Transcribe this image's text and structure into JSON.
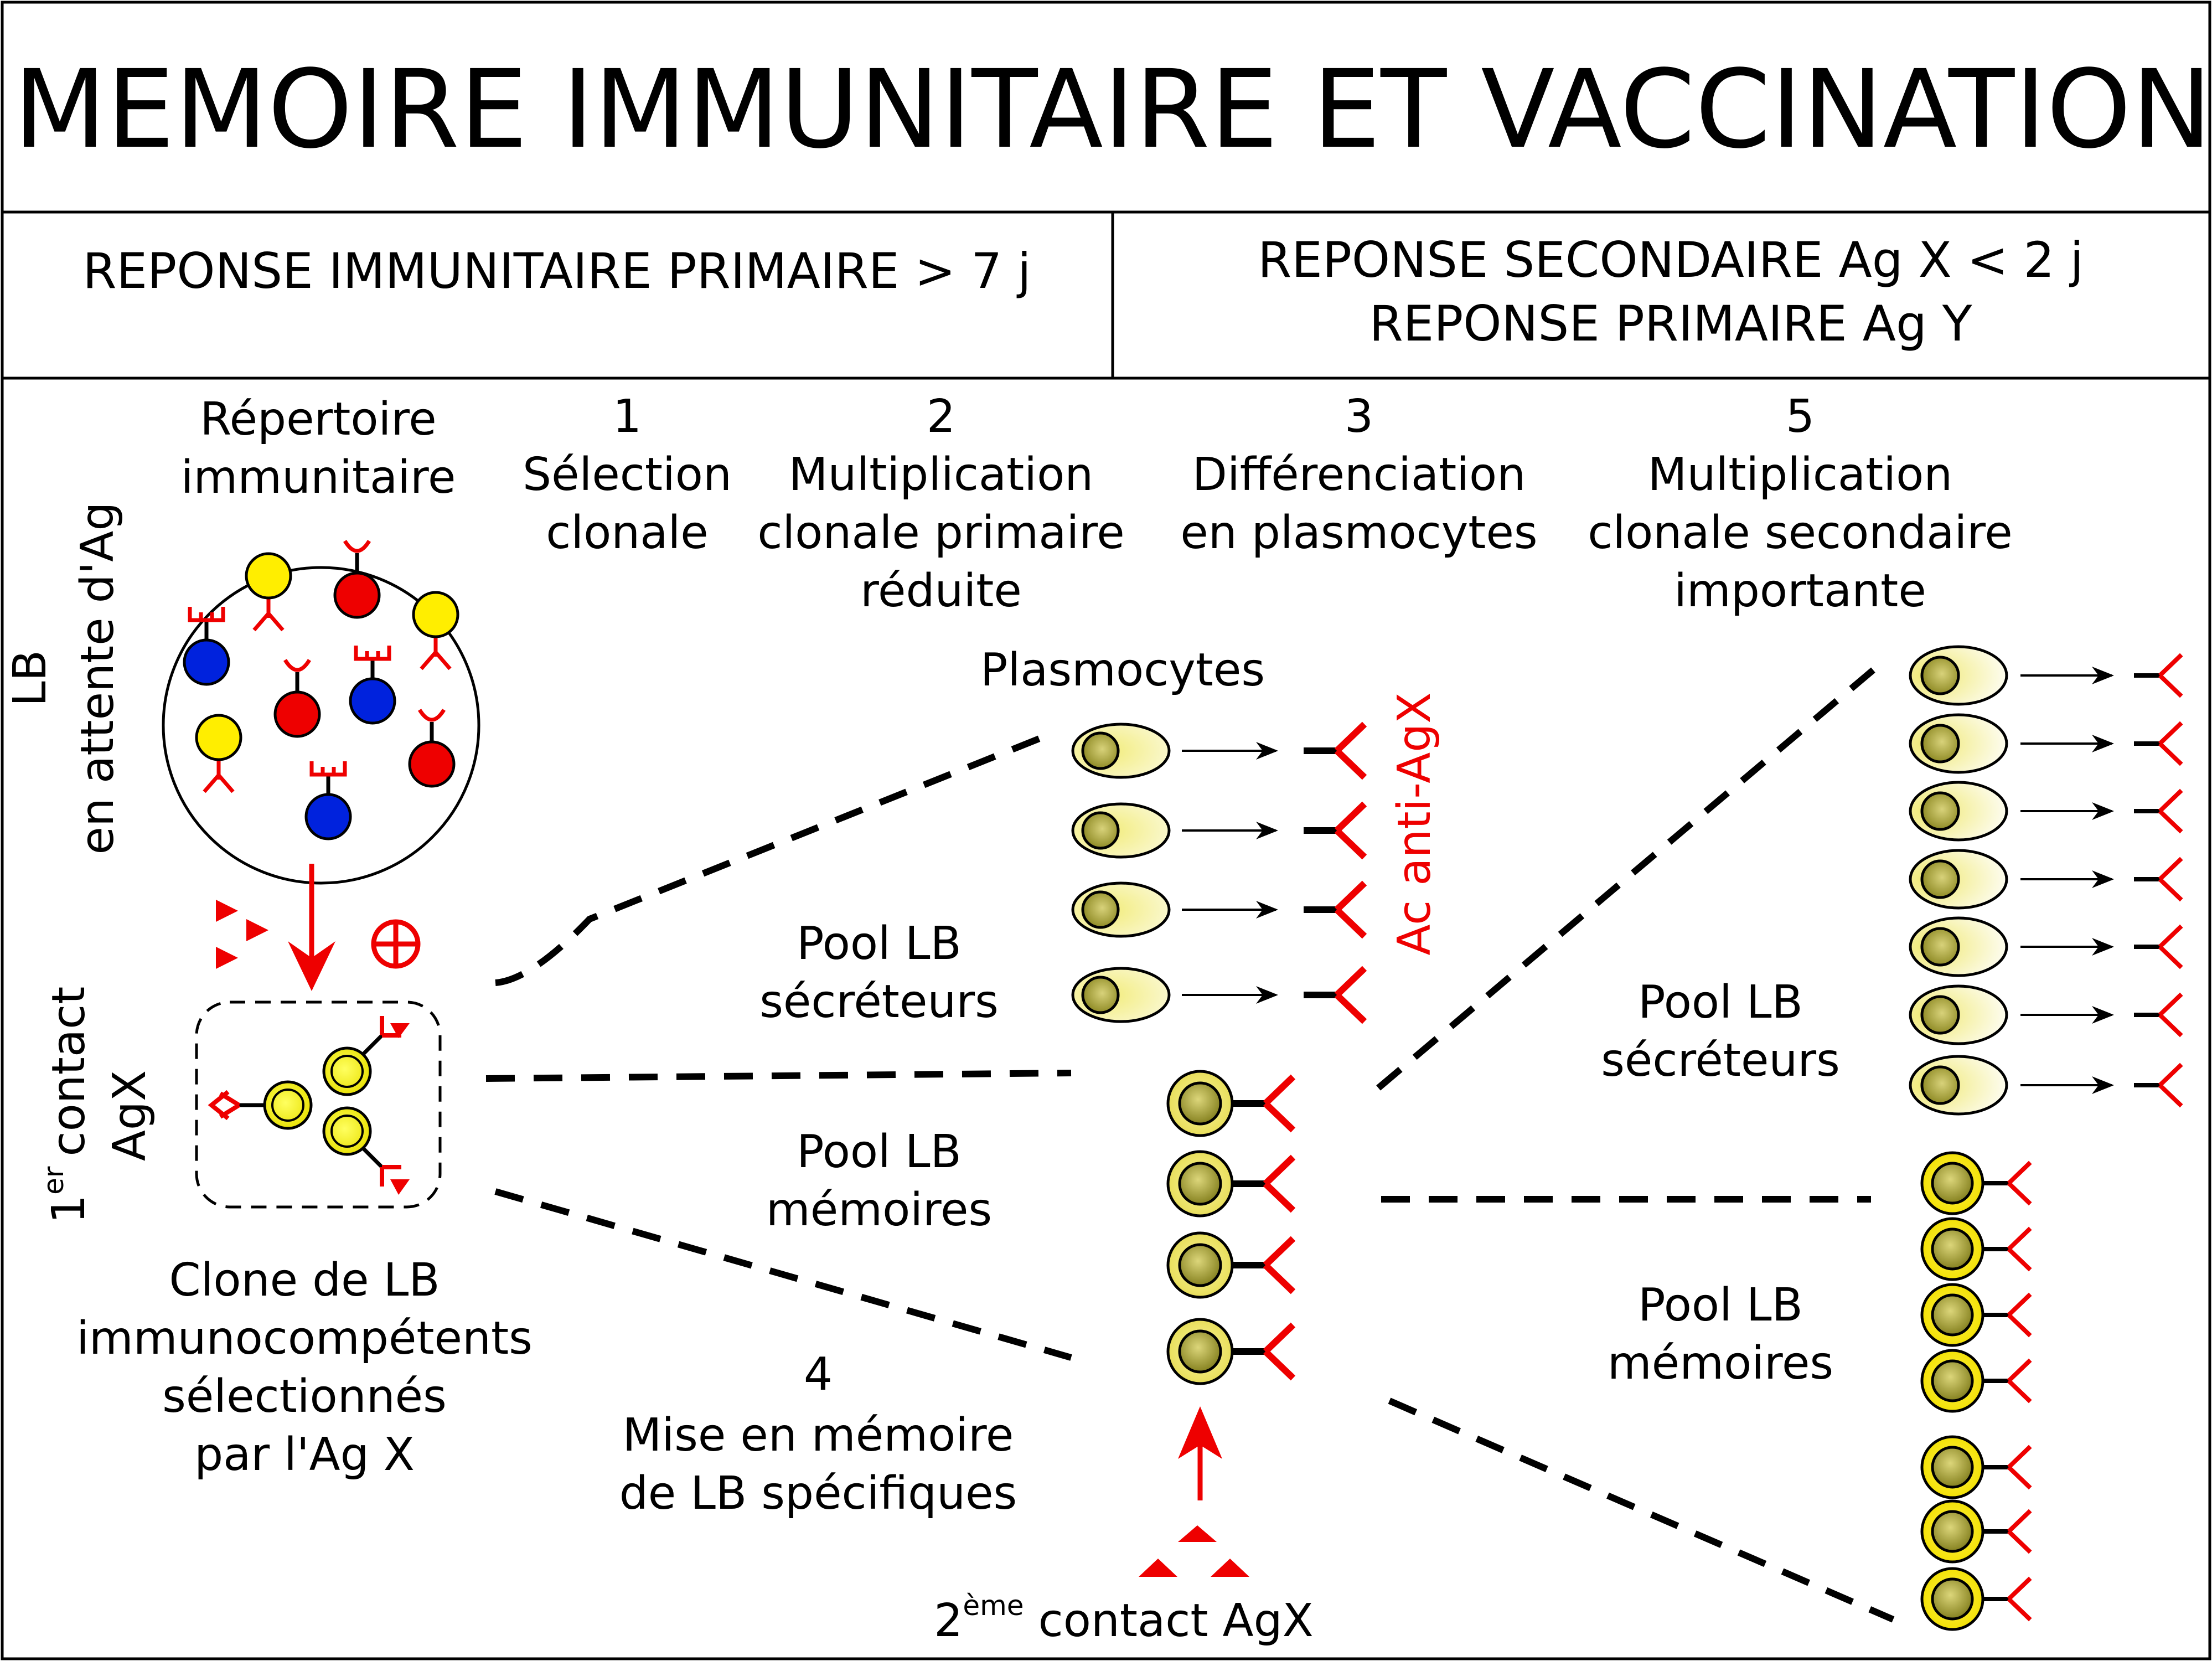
{
  "title": "MEMOIRE IMMUNITAIRE ET VACCINATION",
  "header": {
    "left": "REPONSE IMMUNITAIRE PRIMAIRE > 7 j",
    "right_line1": "REPONSE SECONDAIRE Ag X < 2 j",
    "right_line2": "REPONSE PRIMAIRE Ag Y"
  },
  "repertoire": {
    "line1": "Répertoire",
    "line2": "immunitaire"
  },
  "side_label": {
    "line1": "LB",
    "line2": "en attente d'Ag"
  },
  "first_contact": {
    "ordinal": "1",
    "sup": "er",
    "word": "contact",
    "ag": "AgX"
  },
  "steps": [
    {
      "num": "1",
      "line1": "Sélection",
      "line2": "clonale"
    },
    {
      "num": "2",
      "line1": "Multiplication",
      "line2": "clonale primaire",
      "line3": "réduite"
    },
    {
      "num": "3",
      "line1": "Différenciation",
      "line2": "en plasmocytes"
    },
    {
      "num": "5",
      "line1": "Multiplication",
      "line2": "clonale secondaire",
      "line3": "importante"
    }
  ],
  "plasmocytes": "Plasmocytes",
  "antibody_label": "Ac anti-AgX",
  "pool_secretors": {
    "line1": "Pool LB",
    "line2": "sécréteurs"
  },
  "pool_memory": {
    "line1": "Pool LB",
    "line2": "mémoires"
  },
  "clone": {
    "line1": "Clone de LB",
    "line2": "immunocompétents",
    "line3": "sélectionnés",
    "line4": "par l'Ag X"
  },
  "step4": {
    "num": "4",
    "line1": "Mise en mémoire",
    "line2": "de LB spécifiques"
  },
  "second_contact": {
    "ordinal": "2",
    "sup": "ème",
    "rest": " contact AgX"
  },
  "colors": {
    "antigen_red": "#ee0000",
    "lb_yellow": "#ffee00",
    "lb_red": "#ee0000",
    "lb_blue": "#0022dd",
    "plasmocyte_fill": "#f4ef8a",
    "memory_nucleus": "#999922"
  },
  "icons": [
    "antibody-icon",
    "antigen-icon",
    "plus-circle-icon",
    "arrow-icon"
  ]
}
